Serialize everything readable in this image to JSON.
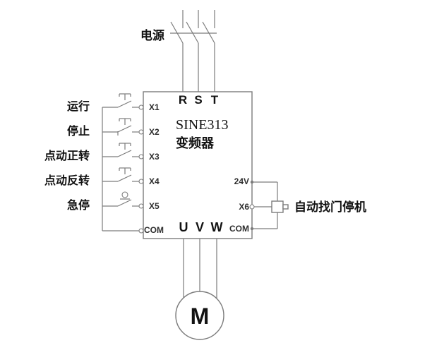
{
  "colors": {
    "line": "#7c7c7c",
    "text": "#121212"
  },
  "power": {
    "label": "电源"
  },
  "inverter": {
    "model": "SINE313",
    "type_label": "变频器"
  },
  "input_terminals": [
    "R",
    "S",
    "T"
  ],
  "output_terminals": [
    "U",
    "V",
    "W"
  ],
  "left_side": {
    "bus_terminals": [
      {
        "terminal": "X1",
        "function": "运行"
      },
      {
        "terminal": "X2",
        "function": "停止"
      },
      {
        "terminal": "X3",
        "function": "点动正转"
      },
      {
        "terminal": "X4",
        "function": "点动反转"
      },
      {
        "terminal": "X5",
        "function": "急停"
      }
    ],
    "common_terminal": "COM"
  },
  "right_side": {
    "supply_terminal": "24V",
    "input_terminal": "X6",
    "common_terminal": "COM",
    "switch_label": "自动找门停机"
  },
  "motor": {
    "label": "M"
  }
}
